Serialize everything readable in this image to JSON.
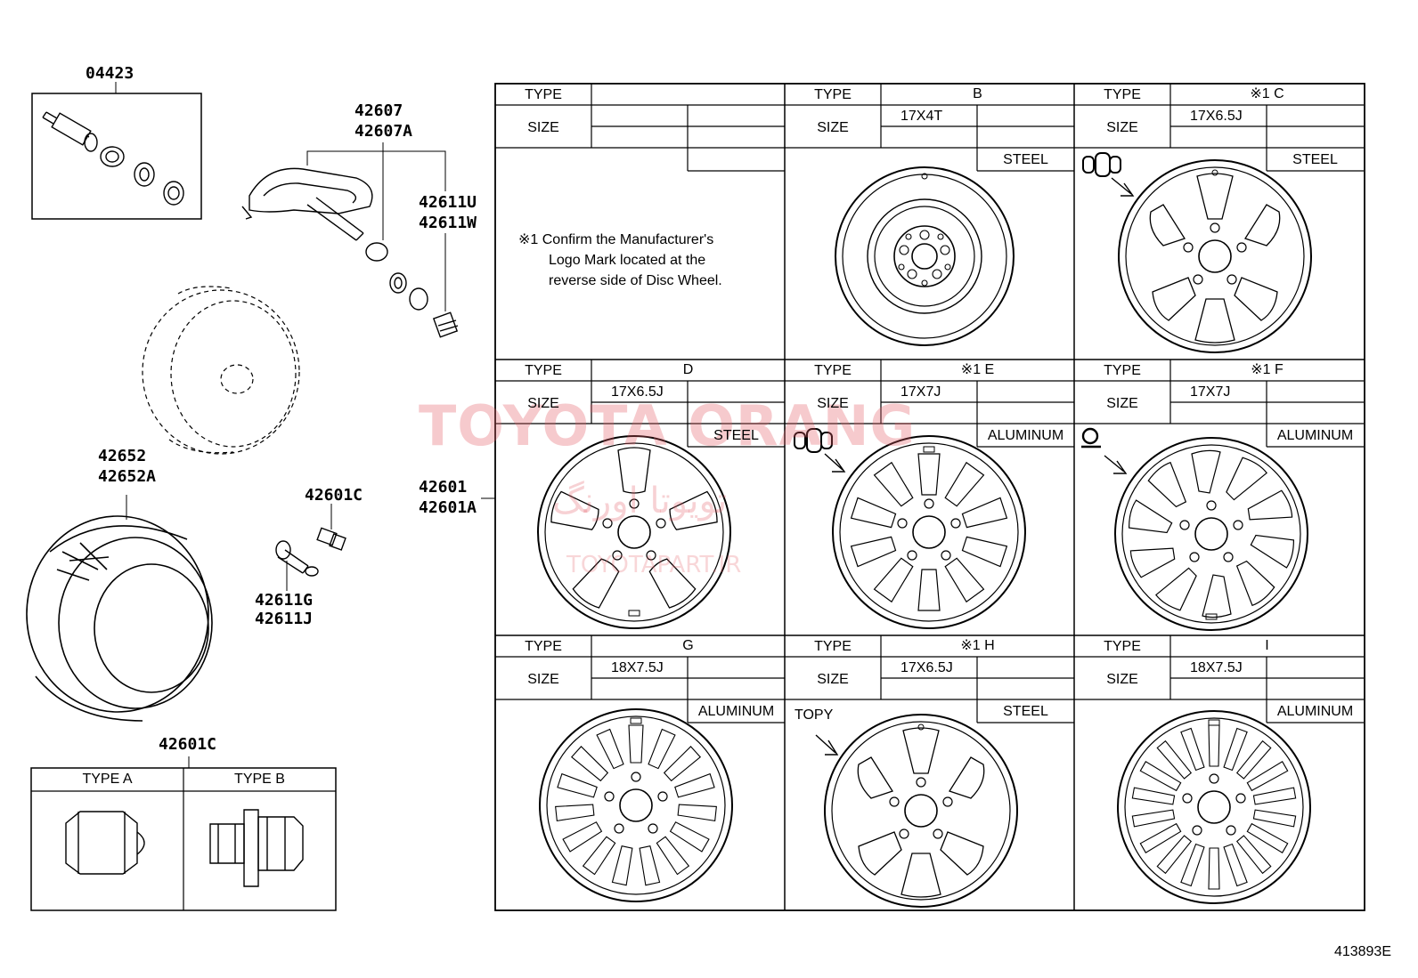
{
  "part_numbers": {
    "valve_kit": "04423",
    "sensor_a": "42607",
    "sensor_b": "42607A",
    "valve_u": "42611U",
    "valve_w": "42611W",
    "tire_a": "42652",
    "tire_b": "42652A",
    "nut_top": "42601C",
    "valve_g": "42611G",
    "valve_j": "42611J",
    "wheel_a": "42601",
    "wheel_b": "42601A",
    "nut_bottom": "42601C"
  },
  "nut_table": {
    "type_a": "TYPE A",
    "type_b": "TYPE B"
  },
  "labels": {
    "type": "TYPE",
    "size": "SIZE"
  },
  "wheels": [
    {
      "letter": "",
      "size": "",
      "material": ""
    },
    {
      "letter": "B",
      "size": "17X4T",
      "material": "STEEL"
    },
    {
      "letter": "※1 C",
      "size": "17X6.5J",
      "material": "STEEL"
    },
    {
      "letter": "D",
      "size": "17X6.5J",
      "material": "STEEL"
    },
    {
      "letter": "※1 E",
      "size": "17X7J",
      "material": "ALUMINUM"
    },
    {
      "letter": "※1 F",
      "size": "17X7J",
      "material": "ALUMINUM"
    },
    {
      "letter": "G",
      "size": "18X7.5J",
      "material": "ALUMINUM"
    },
    {
      "letter": "※1 H",
      "size": "17X6.5J",
      "material": "STEEL"
    },
    {
      "letter": "I",
      "size": "18X7.5J",
      "material": "ALUMINUM"
    }
  ],
  "note": {
    "line1": "※1 Confirm the Manufacturer's",
    "line2": "Logo Mark located at the",
    "line3": "reverse side of Disc Wheel."
  },
  "topy_label": "TOPY",
  "watermark": {
    "brand": "TOYOTA ORANG",
    "persian": "تویوتا اورنگ",
    "url": "TOYOTAPART.IR"
  },
  "diagram_code": "413893E"
}
